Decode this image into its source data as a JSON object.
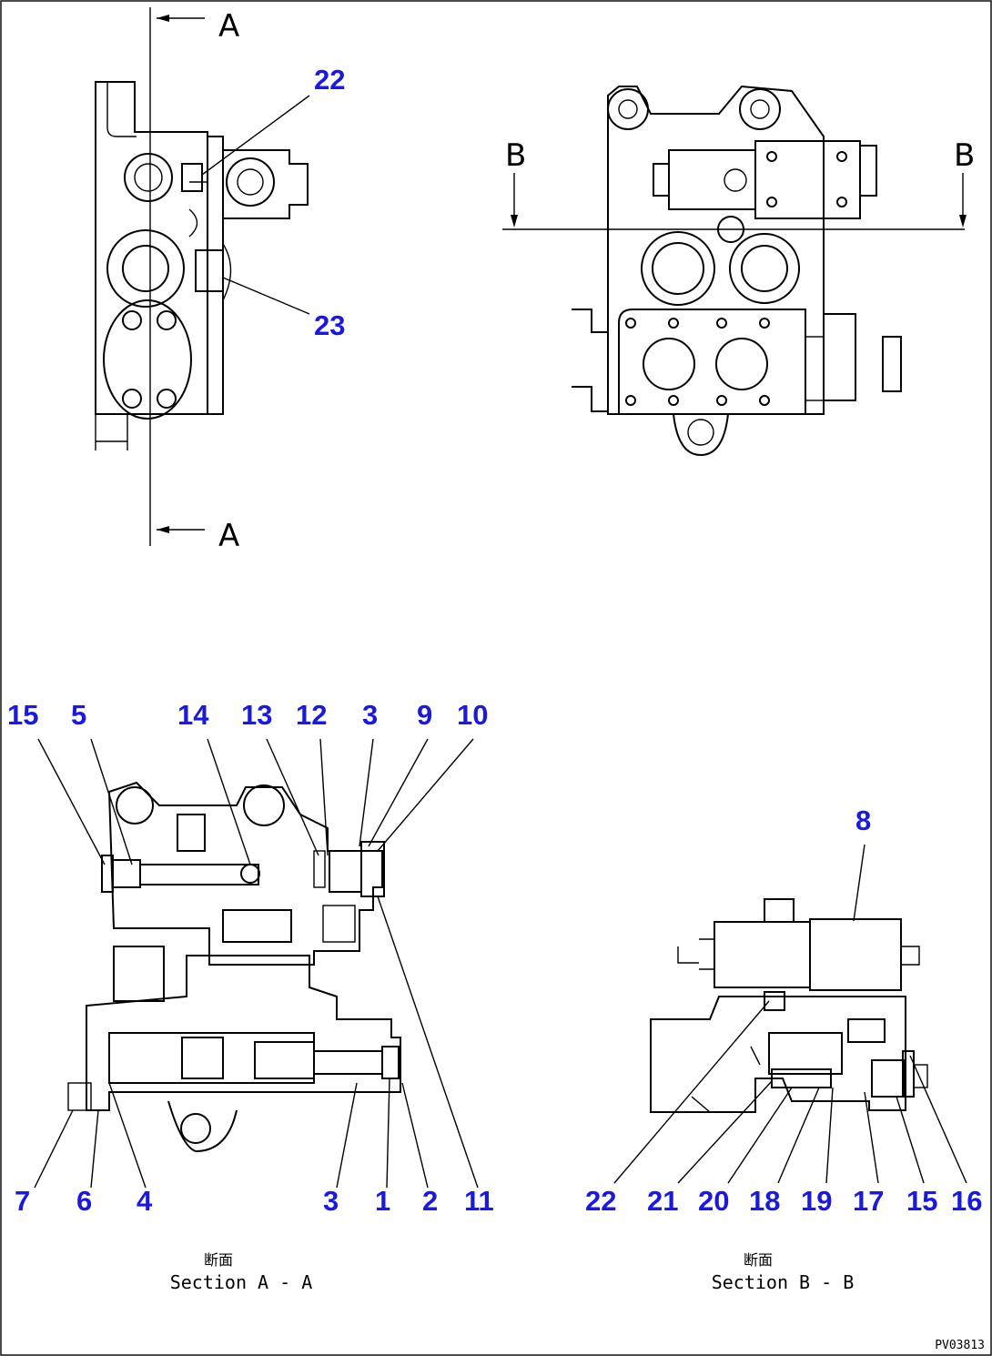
{
  "section_marks": {
    "a_top": "A",
    "a_bottom": "A",
    "b_left": "B",
    "b_right": "B"
  },
  "callouts_top_left": [
    "22",
    "23"
  ],
  "section_aa": {
    "callouts_top": [
      "15",
      "5",
      "14",
      "13",
      "12",
      "3",
      "9",
      "10"
    ],
    "callouts_bottom": [
      "7",
      "6",
      "4",
      "3",
      "1",
      "2",
      "11"
    ],
    "caption_jp": "断面",
    "caption_en": "Section A - A"
  },
  "section_bb": {
    "callout_top": "8",
    "callouts_bottom": [
      "22",
      "21",
      "20",
      "18",
      "19",
      "17",
      "15",
      "16"
    ],
    "caption_jp": "断面",
    "caption_en": "Section B - B"
  },
  "drawing_code": "PV03813"
}
